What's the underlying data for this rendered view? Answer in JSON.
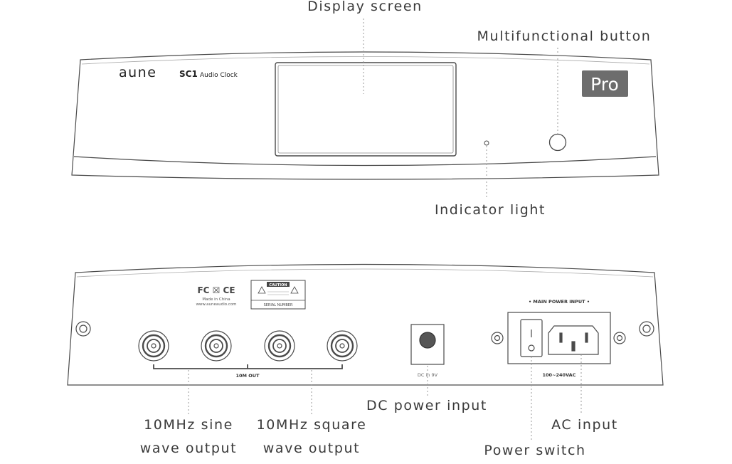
{
  "front_panel": {
    "brand_logo": "aune",
    "model": "SC1",
    "model_subtitle": "Audio Clock",
    "pro_badge": "Pro"
  },
  "rear_panel": {
    "cert_marks": "FC ☒ CE",
    "made_in": "Made in China",
    "website": "www.auneaudio.com",
    "caution_title": "CAUTION",
    "serial_label": "SERIAL NUMBER",
    "out_label": "10M OUT",
    "dc_label": "DC in 9V",
    "main_power_label": "• MAIN POWER INPUT •",
    "voltage_label": "100~240VAC"
  },
  "callouts": {
    "display_screen": "Display screen",
    "multifunctional_button": "Multifunctional button",
    "indicator_light": "Indicator light",
    "sine_line1": "10MHz sine",
    "sine_line2": "wave output",
    "square_line1": "10MHz square",
    "square_line2": "wave output",
    "dc_power_input": "DC power input",
    "ac_input": "AC input",
    "power_switch": "Power switch"
  },
  "colors": {
    "outline": "#4a4a4a",
    "leader": "#9a9a9a",
    "badge_bg": "#6d6d6d",
    "badge_text": "#ffffff"
  }
}
